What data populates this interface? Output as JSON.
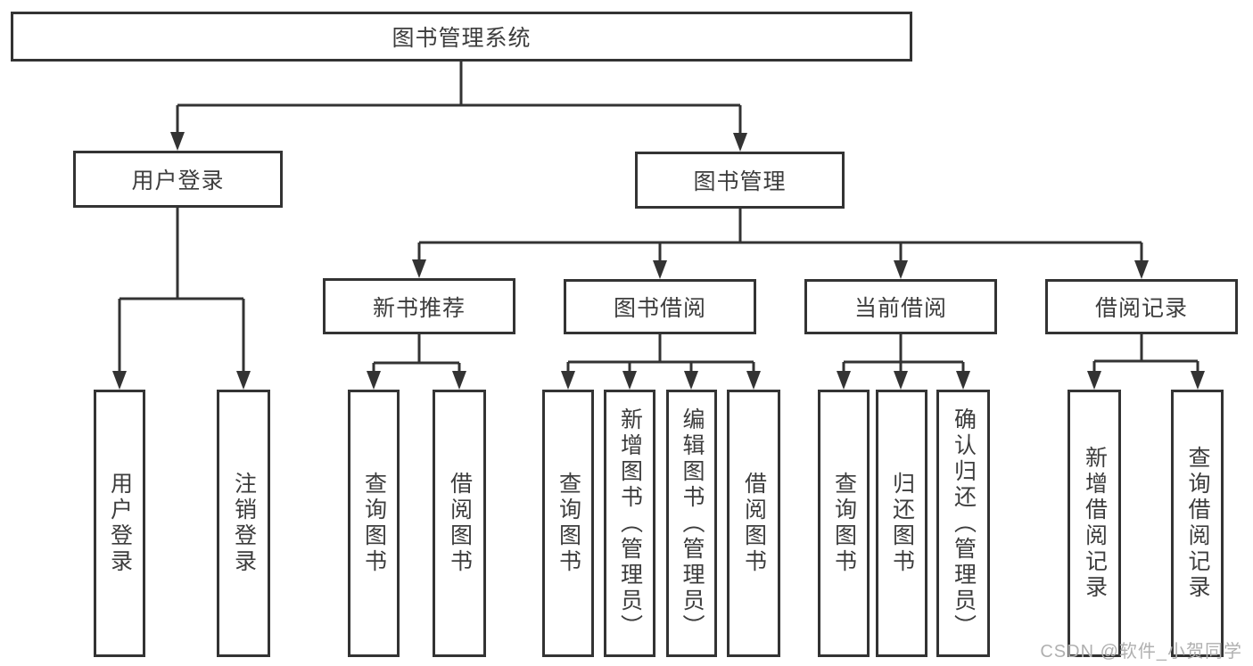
{
  "colors": {
    "line": "#333333",
    "text": "#3d3d3d",
    "watermark": "#b0b0b0",
    "background": "#ffffff"
  },
  "tree": {
    "root": {
      "label": "图书管理系统",
      "children": [
        {
          "label": "用户登录",
          "children": [
            {
              "label": "用户登录"
            },
            {
              "label": "注销登录"
            }
          ]
        },
        {
          "label": "图书管理",
          "children": [
            {
              "label": "新书推荐",
              "children": [
                {
                  "label": "查询图书"
                },
                {
                  "label": "借阅图书"
                }
              ]
            },
            {
              "label": "图书借阅",
              "children": [
                {
                  "label": "查询图书"
                },
                {
                  "label": "新增图书（管理员）"
                },
                {
                  "label": "编辑图书（管理员）"
                },
                {
                  "label": "借阅图书"
                }
              ]
            },
            {
              "label": "当前借阅",
              "children": [
                {
                  "label": "查询图书"
                },
                {
                  "label": "归还图书"
                },
                {
                  "label": "确认归还（管理员）"
                }
              ]
            },
            {
              "label": "借阅记录",
              "children": [
                {
                  "label": "新增借阅记录"
                },
                {
                  "label": "查询借阅记录"
                }
              ]
            }
          ]
        }
      ]
    }
  },
  "watermark": "CSDN @软件_小贺同学"
}
